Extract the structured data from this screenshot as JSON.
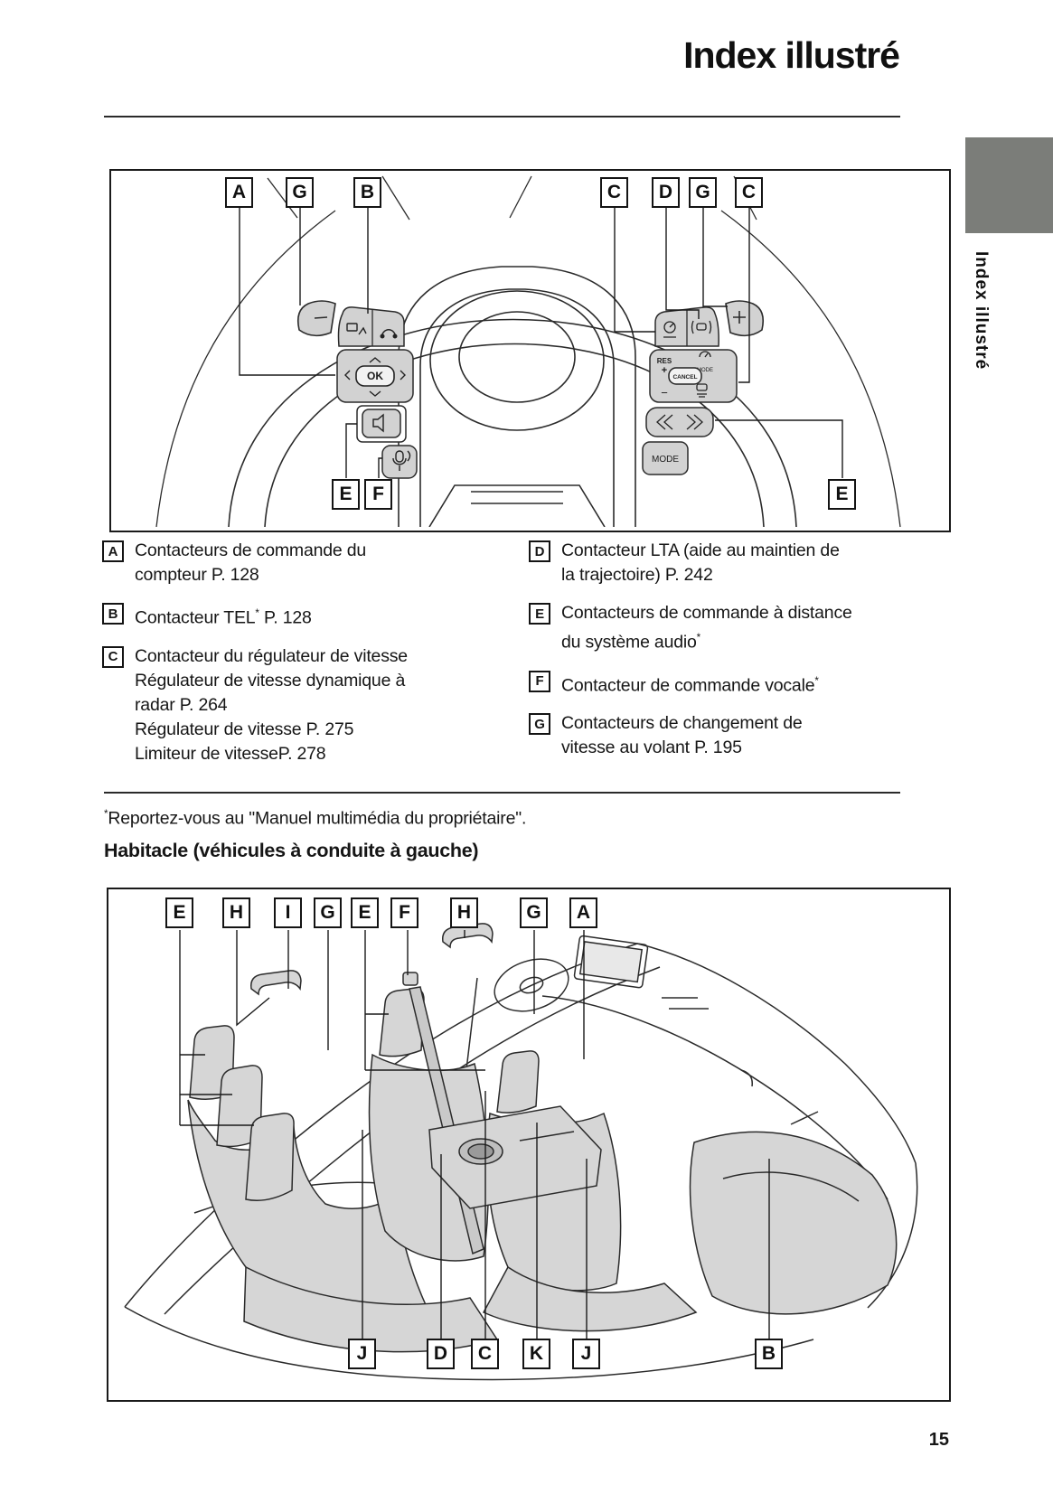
{
  "header": {
    "title": "Index illustré",
    "side_tab": "Index illustré"
  },
  "diagram1": {
    "top_labels": [
      "A",
      "G",
      "B",
      "C",
      "D",
      "G",
      "C"
    ],
    "bottom_labels": [
      "E",
      "F",
      "E"
    ],
    "buttons": {
      "ok": "OK",
      "res": "RES",
      "res_plus": "+",
      "cancel": "CANCEL",
      "minus": "−",
      "mode_small": "MODE",
      "mode": "MODE",
      "paddle_minus": "−",
      "paddle_plus": "+"
    }
  },
  "legend": {
    "left": [
      {
        "key": "A",
        "lines": [
          "Contacteurs de commande du",
          "compteur P. 128"
        ]
      },
      {
        "key": "B",
        "pre": "Contacteur TEL",
        "sup": "*",
        "post": " P. 128"
      },
      {
        "key": "C",
        "lines": [
          "Contacteur du régulateur de vitesse",
          "Régulateur de vitesse dynamique à",
          "radar P. 264",
          "Régulateur de vitesse P. 275",
          "Limiteur de vitesseP. 278"
        ]
      }
    ],
    "right": [
      {
        "key": "D",
        "lines": [
          "Contacteur LTA (aide au maintien de",
          "la trajectoire) P. 242"
        ]
      },
      {
        "key": "E",
        "line1": "Contacteurs de commande à distance",
        "pre2": "du système audio",
        "sup": "*"
      },
      {
        "key": "F",
        "pre": "Contacteur de commande vocale",
        "sup": "*"
      },
      {
        "key": "G",
        "lines": [
          "Contacteurs de changement de",
          "vitesse au volant P. 195"
        ]
      }
    ]
  },
  "footnote": {
    "sup": "*",
    "text": "Reportez-vous au \"Manuel multimédia du propriétaire\"."
  },
  "section2": {
    "heading": "Habitacle (véhicules à conduite à gauche)"
  },
  "diagram2": {
    "top_labels": [
      "E",
      "H",
      "I",
      "G",
      "E",
      "F",
      "H",
      "G",
      "A"
    ],
    "bottom_labels": [
      "J",
      "D",
      "C",
      "K",
      "J",
      "B"
    ]
  },
  "page_number": "15"
}
